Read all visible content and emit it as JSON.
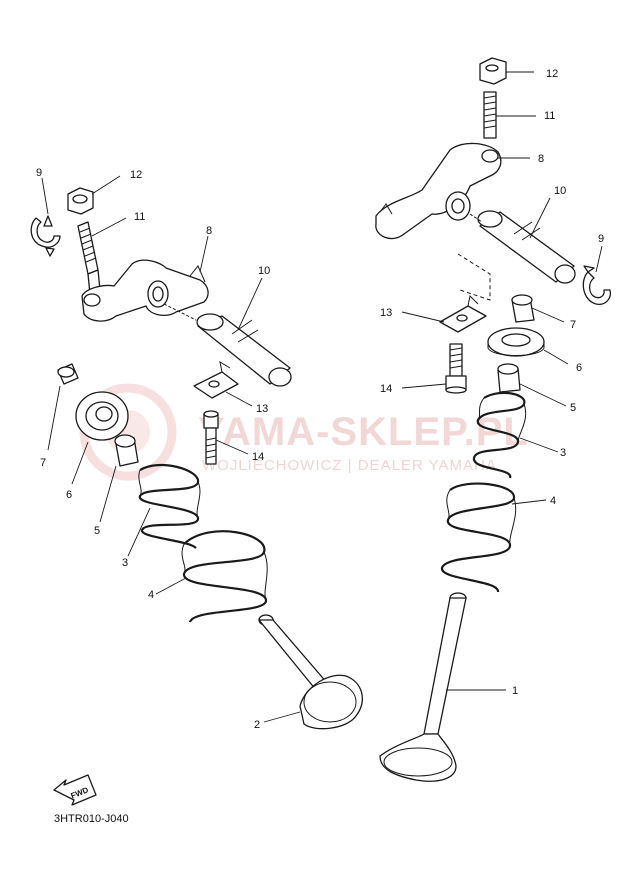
{
  "watermark": {
    "main": "YAMA-SKLEP.PL",
    "sub": "WOJLIECHOWICZ | DEALER YAMAHA"
  },
  "fwd_badge": "FWD",
  "diagram_code": "3HTR010-J040",
  "callouts_left": {
    "c9": "9",
    "c12": "12",
    "c11": "11",
    "c8": "8",
    "c10": "10",
    "c13": "13",
    "c14": "14",
    "c7": "7",
    "c6": "6",
    "c5": "5",
    "c3": "3",
    "c4": "4",
    "c2": "2"
  },
  "callouts_right": {
    "c12": "12",
    "c11": "11",
    "c8": "8",
    "c10": "10",
    "c9": "9",
    "c13": "13",
    "c7": "7",
    "c6": "6",
    "c14": "14",
    "c5": "5",
    "c3": "3",
    "c4": "4",
    "c1": "1"
  },
  "colors": {
    "line": "#1a1a1a",
    "watermark": "#e8b8b8"
  }
}
